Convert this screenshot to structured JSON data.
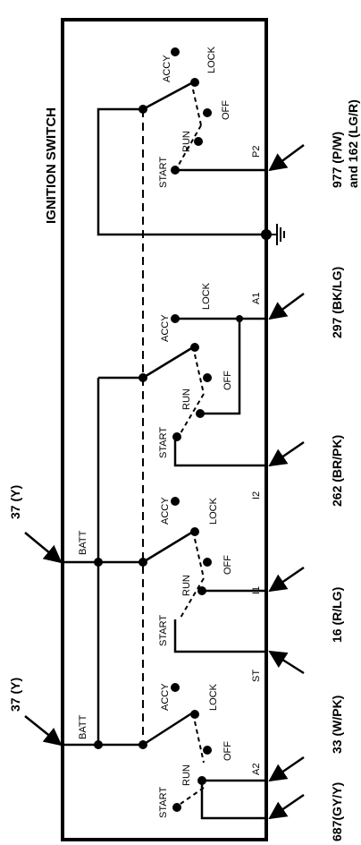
{
  "title": "IGNITION SWITCH",
  "batt_label": "BATT",
  "switch_states": {
    "start": "START",
    "run": "RUN",
    "off": "OFF",
    "lock": "LOCK",
    "accy": "ACCY"
  },
  "wire_inputs": [
    "37 (Y)",
    "37 (Y)"
  ],
  "terminals": [
    "P2",
    "A1",
    "I2",
    "I1",
    "ST",
    "A2"
  ],
  "wire_outputs": {
    "p2_line1": "977  (P/W)",
    "p2_line2": "and 162  (LG/R)",
    "a1": "297  (BK/LG)",
    "i2": "262  (BR/PK)",
    "i1": "16  (R/LG)",
    "st": "33  (W/PK)",
    "a2": "687(GY/Y)"
  }
}
